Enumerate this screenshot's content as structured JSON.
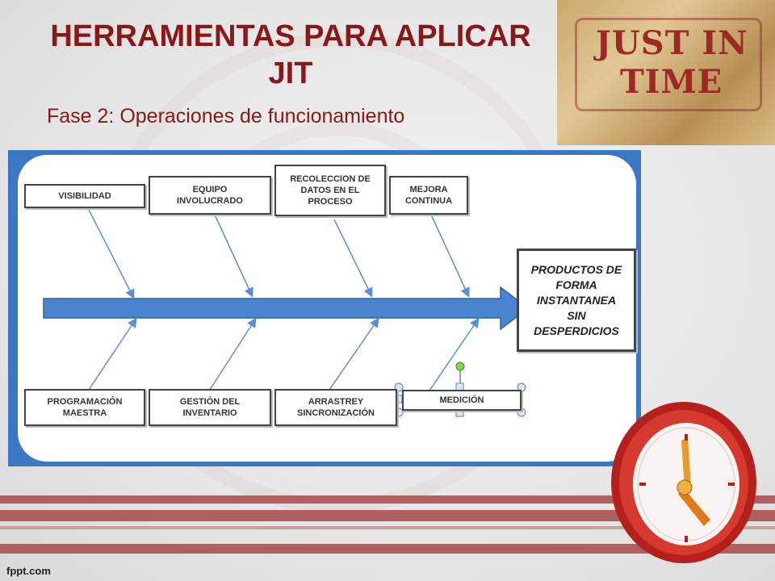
{
  "slide": {
    "title": "HERRAMIENTAS PARA APLICAR JIT",
    "subtitle": "Fase  2: Operaciones de funcionamiento",
    "footer": "fppt.com"
  },
  "image": {
    "stamp_line1": "JUST IN",
    "stamp_line2": "TIME"
  },
  "diagram": {
    "top_causes": [
      {
        "label": "VISIBILIDAD"
      },
      {
        "label": "EQUIPO\nINVOLUCRADO"
      },
      {
        "label": "RECOLECCION DE\nDATOS EN EL\nPROCESO"
      },
      {
        "label": "MEJORA\nCONTINUA"
      }
    ],
    "bottom_causes": [
      {
        "label": "PROGRAMACIÓN\nMAESTRA"
      },
      {
        "label": "GESTIÓN DEL\nINVENTARIO"
      },
      {
        "label": "ARRASTREY\nSINCRONIZACIÓN"
      },
      {
        "label": "MEDICIÓN"
      }
    ],
    "effect": "PRODUCTOS DE\nFORMA\nINSTANTANEA\nSIN\nDESPERDICIOS"
  },
  "colors": {
    "title": "#8a1818",
    "arrow": "#3a78c4",
    "panel": "#3a78c4"
  }
}
